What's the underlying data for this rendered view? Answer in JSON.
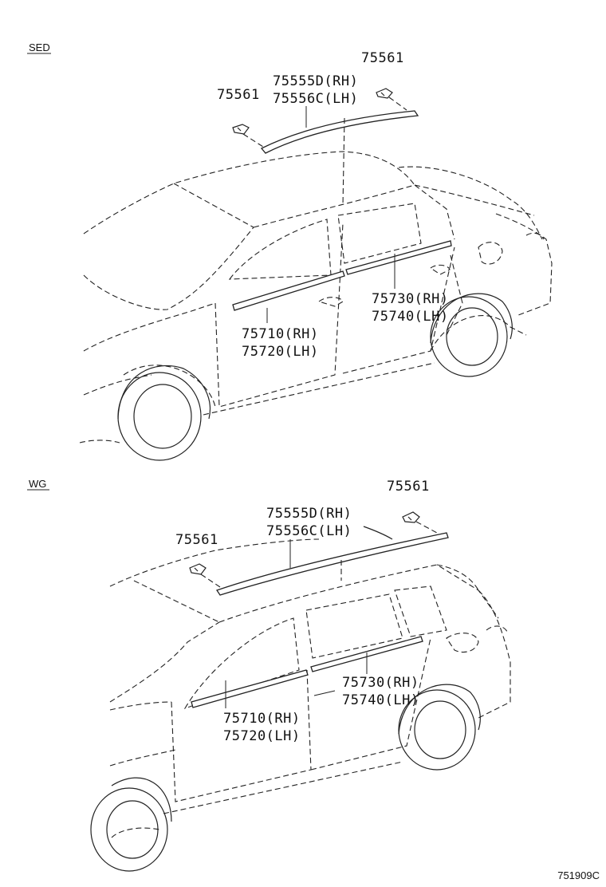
{
  "sections": {
    "sedan": {
      "tag": "SED",
      "labels": {
        "clip_left": "75561",
        "clip_right": "75561",
        "roof_rh": "75555D(RH)",
        "roof_lh": "75556C(LH)",
        "front_rh": "75710(RH)",
        "front_lh": "75720(LH)",
        "rear_rh": "75730(RH)",
        "rear_lh": "75740(LH)"
      }
    },
    "wagon": {
      "tag": "WG",
      "labels": {
        "clip_left": "75561",
        "clip_right": "75561",
        "roof_rh": "75555D(RH)",
        "roof_lh": "75556C(LH)",
        "front_rh": "75710(RH)",
        "front_lh": "75720(LH)",
        "rear_rh": "75730(RH)",
        "rear_lh": "75740(LH)"
      }
    }
  },
  "reference": "751909C"
}
